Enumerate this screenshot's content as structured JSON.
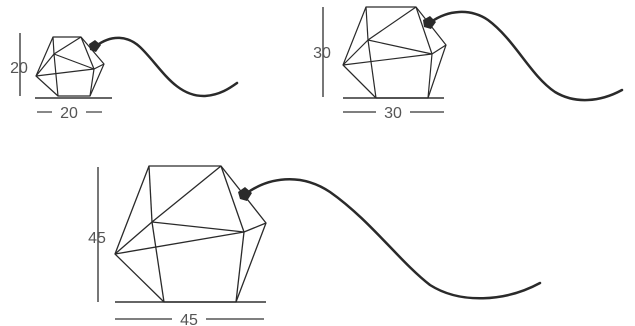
{
  "colors": {
    "frame": "#2a2a2a",
    "cable": "#2a2a2a",
    "dimension": "#555555",
    "background": "#ffffff"
  },
  "variants": [
    {
      "id": "small",
      "height_label": "20",
      "width_label": "20"
    },
    {
      "id": "medium",
      "height_label": "30",
      "width_label": "30"
    },
    {
      "id": "large",
      "height_label": "45",
      "width_label": "45"
    }
  ]
}
